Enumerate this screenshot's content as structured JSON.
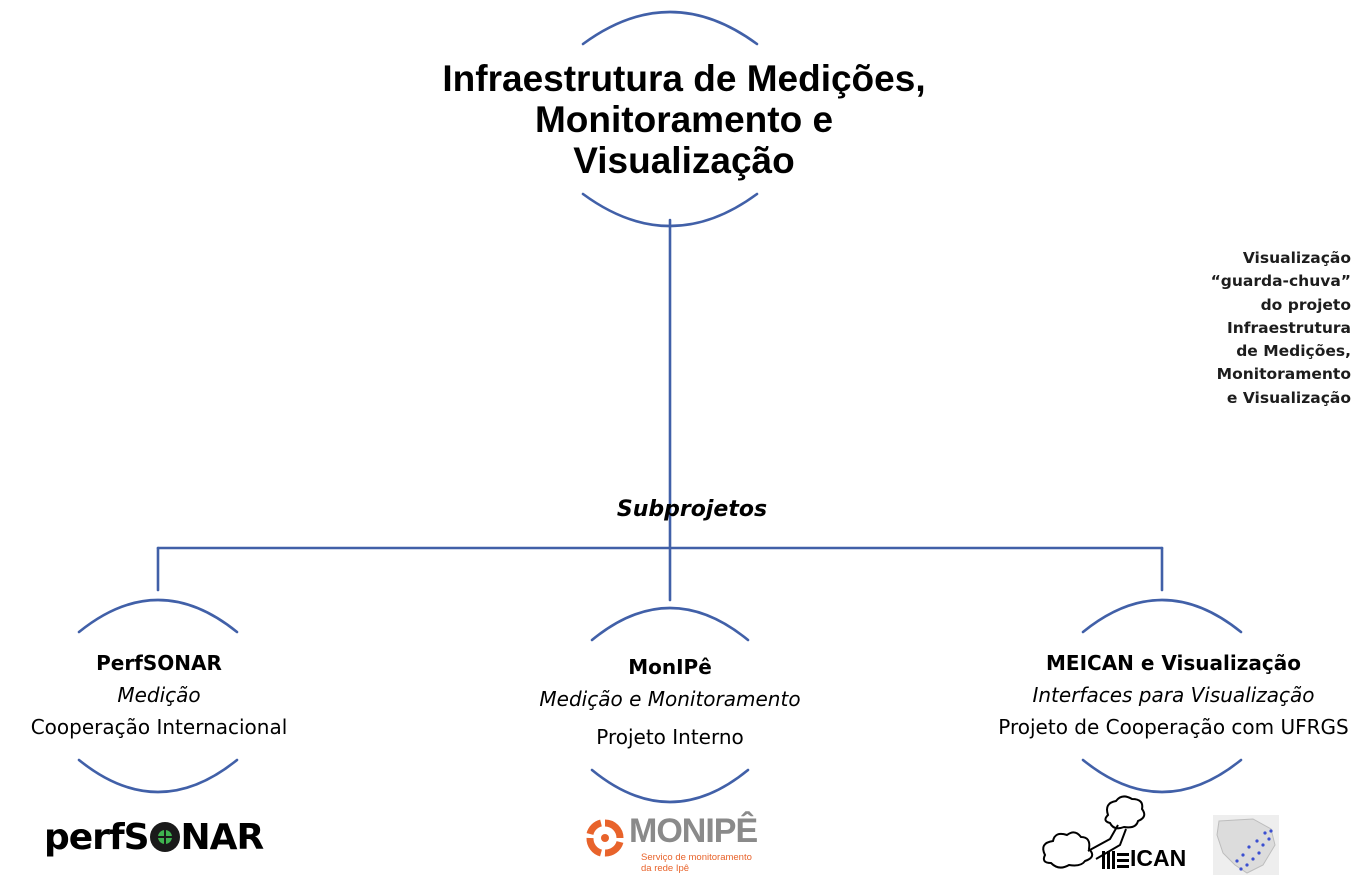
{
  "root": {
    "title_lines": [
      "Infraestrutura de Medições,",
      "Monitoramento e",
      "Visualização"
    ]
  },
  "side_note": {
    "lines": [
      "Visualização",
      "“guarda-chuva”",
      "do projeto",
      "Infraestrutura",
      "de Medições,",
      "Monitoramento",
      "e Visualização"
    ]
  },
  "branch_label": "Subprojetos",
  "subprojects": [
    {
      "name": "PerfSONAR",
      "description": "Medição",
      "detail": "Cooperação Internacional"
    },
    {
      "name": "MonIPê",
      "description": "Medição e Monitoramento",
      "detail": "Projeto Interno"
    },
    {
      "name": "MEICAN e Visualização",
      "description": "Interfaces para Visualização",
      "detail": "Projeto de Cooperação com UFRGS"
    }
  ],
  "logos": {
    "perfsonar": {
      "before": "perfS",
      "after": "NAR"
    },
    "monipe": {
      "word": "MONIPÊ",
      "tagline_1": "Serviço de monitoramento",
      "tagline_2": "da rede Ipê"
    },
    "meican": {
      "word": "ICAN"
    }
  },
  "colors": {
    "line": "#4160a8",
    "perfsonar_green": "#3fb34f",
    "monipe_orange": "#e8632b",
    "monipe_gray": "#8a8a8a"
  }
}
